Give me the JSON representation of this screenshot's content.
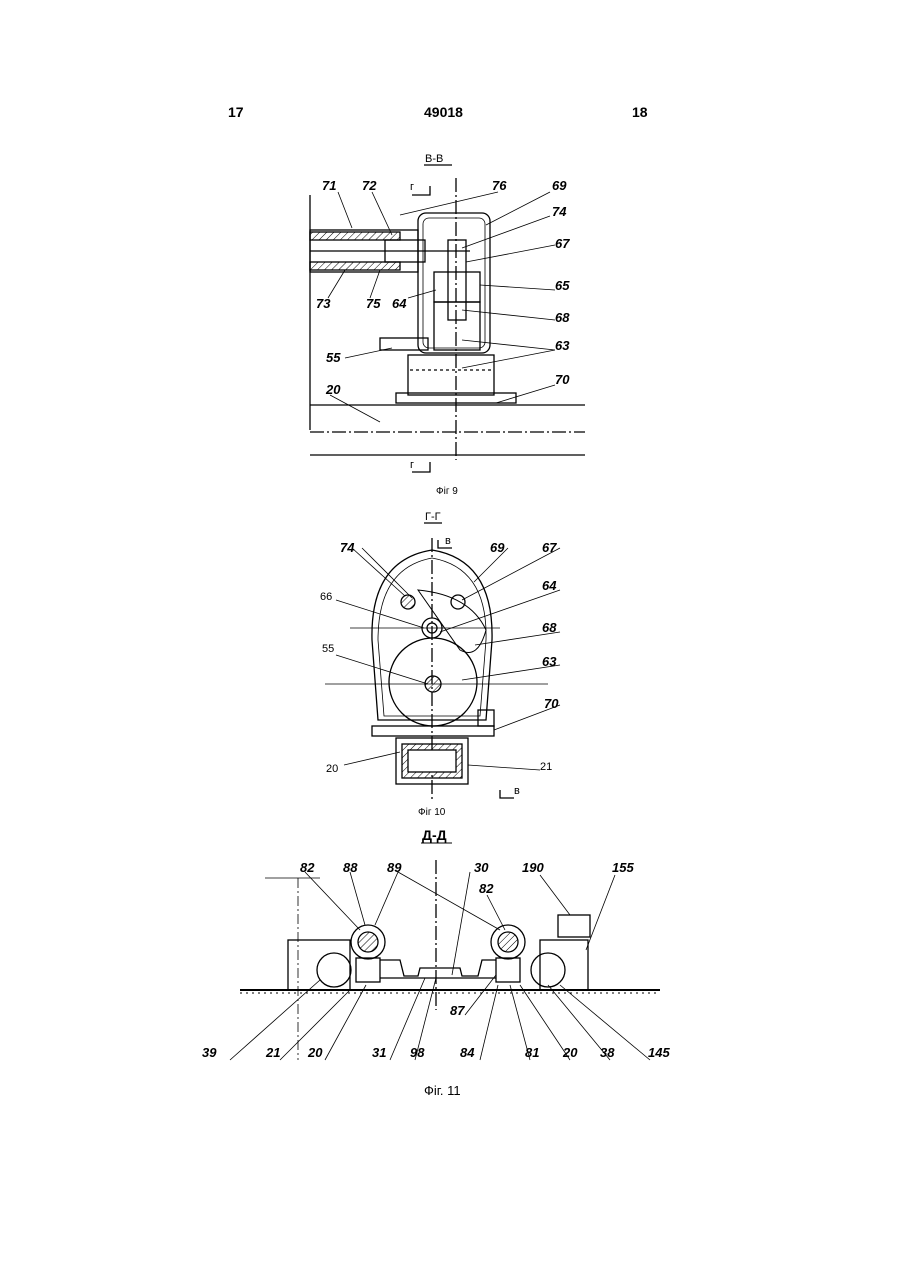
{
  "header": {
    "page_left": "17",
    "doc_number": "49018",
    "page_right": "18"
  },
  "fig9": {
    "section": "В-В",
    "cut_mark": "г",
    "caption": "Фіг 9",
    "labels": {
      "l71": "71",
      "l72": "72",
      "l76": "76",
      "l69": "69",
      "l74": "74",
      "l67": "67",
      "l65": "65",
      "l68": "68",
      "l63": "63",
      "l70": "70",
      "l73": "73",
      "l75": "75",
      "l64": "64",
      "l55": "55",
      "l20": "20"
    }
  },
  "fig10": {
    "section": "Г-Г",
    "cut_mark": "в",
    "caption": "Фіг 10",
    "labels": {
      "l74": "74",
      "l69": "69",
      "l67": "67",
      "l64": "64",
      "l66": "66",
      "l68": "68",
      "l55": "55",
      "l63": "63",
      "l70": "70",
      "l20": "20",
      "l21": "21"
    }
  },
  "fig11": {
    "section": "Д-Д",
    "caption": "Фіг. 11",
    "labels": {
      "l82a": "82",
      "l88": "88",
      "l89": "89",
      "l30": "30",
      "l82b": "82",
      "l190": "190",
      "l155": "155",
      "l87": "87",
      "l39": "39",
      "l21": "21",
      "l20a": "20",
      "l31": "31",
      "l98": "98",
      "l84": "84",
      "l81": "81",
      "l20b": "20",
      "l38": "38",
      "l145": "145"
    }
  }
}
